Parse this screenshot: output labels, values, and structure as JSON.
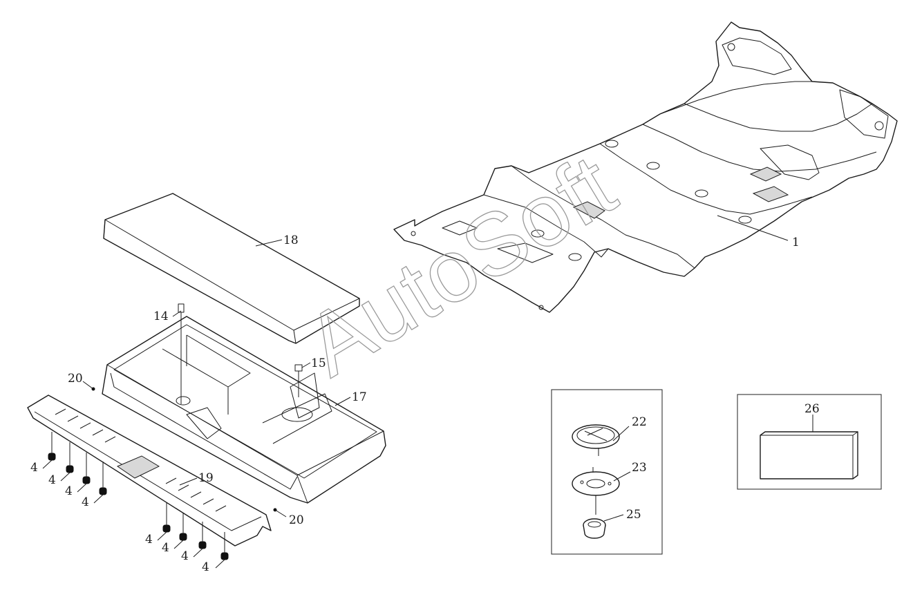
{
  "watermark": "AutoSoft",
  "callouts": {
    "c1": "1",
    "c4a": "4",
    "c4b": "4",
    "c4c": "4",
    "c4d": "4",
    "c4e": "4",
    "c4f": "4",
    "c4g": "4",
    "c4h": "4",
    "c14": "14",
    "c15": "15",
    "c17": "17",
    "c18": "18",
    "c19": "19",
    "c20a": "20",
    "c20b": "20",
    "c22": "22",
    "c23": "23",
    "c25": "25",
    "c26": "26"
  }
}
